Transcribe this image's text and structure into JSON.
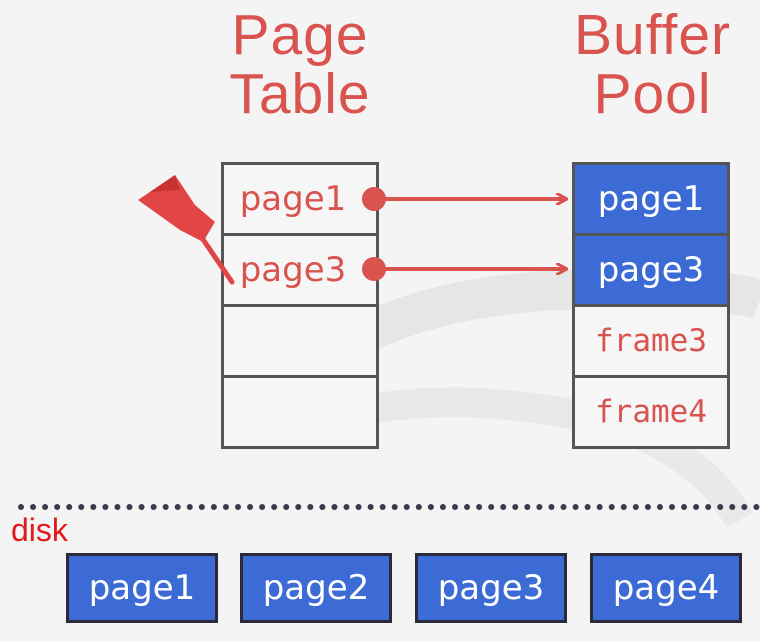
{
  "page_table": {
    "title_line1": "Page",
    "title_line2": "Table",
    "entries": [
      "page1",
      "page3",
      "",
      ""
    ]
  },
  "buffer_pool": {
    "title_line1": "Buffer",
    "title_line2": "Pool",
    "frames": [
      {
        "label": "page1",
        "occupied": true
      },
      {
        "label": "page3",
        "occupied": true
      },
      {
        "label": "frame3",
        "occupied": false
      },
      {
        "label": "frame4",
        "occupied": false
      }
    ]
  },
  "disk": {
    "label": "disk",
    "pages": [
      "page1",
      "page2",
      "page3",
      "page4"
    ]
  },
  "colors": {
    "accent_red": "#d9534f",
    "page_blue": "#3d6bd6",
    "disk_label_red": "#e01a1a",
    "border": "#555555"
  },
  "icons": {
    "pin": "pushpin-icon"
  }
}
